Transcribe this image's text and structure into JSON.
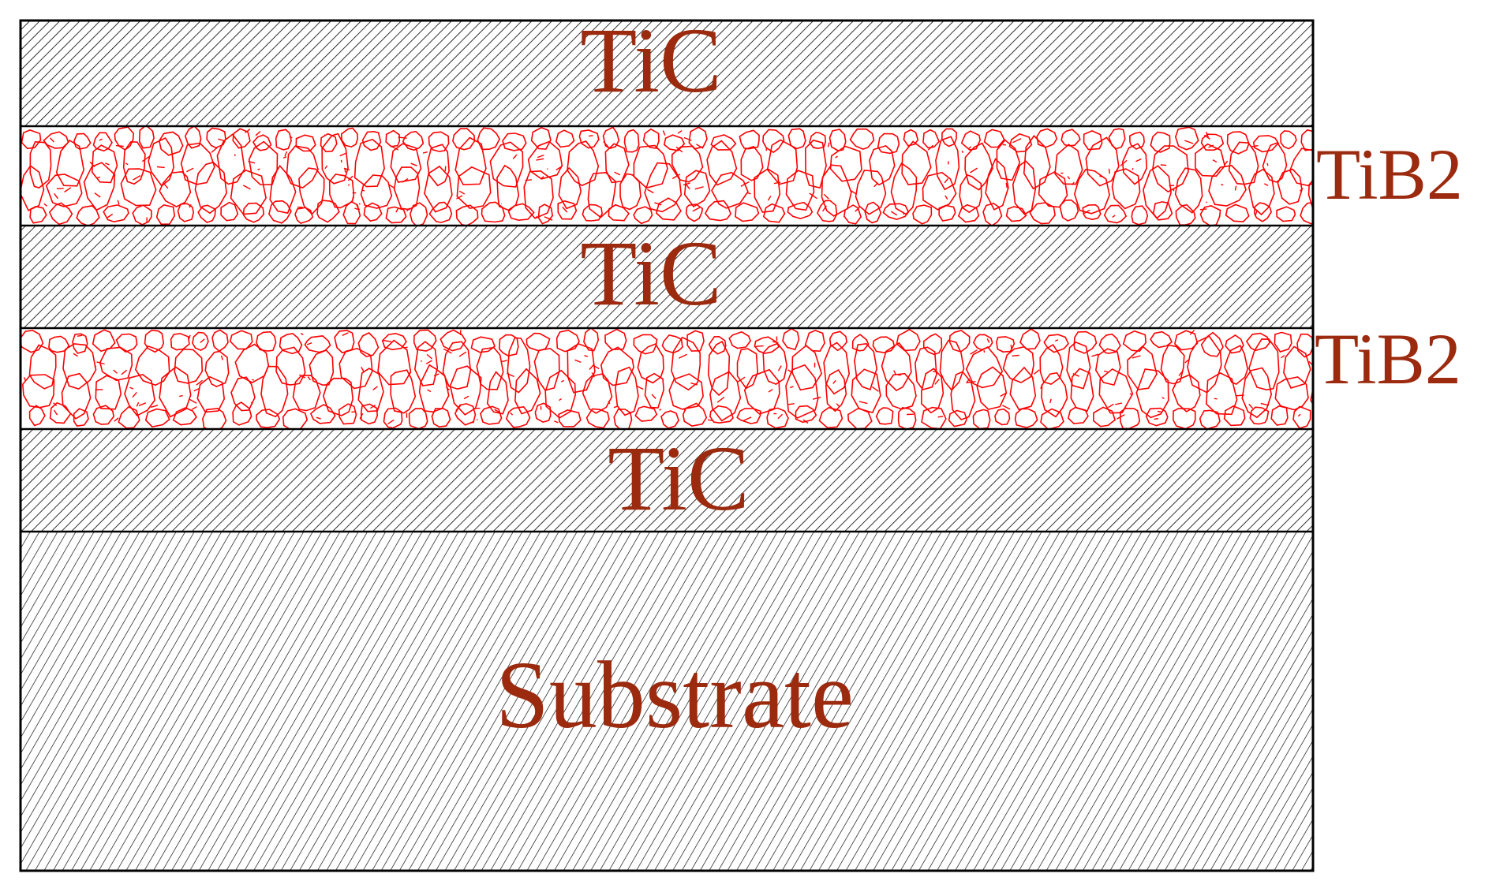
{
  "diagram": {
    "layers": [
      {
        "id": "tic-top",
        "kind": "TiC",
        "label": "TiC"
      },
      {
        "id": "tib2-upper",
        "kind": "TiB2",
        "label": ""
      },
      {
        "id": "tic-middle",
        "kind": "TiC",
        "label": "TiC"
      },
      {
        "id": "tib2-lower",
        "kind": "TiB2",
        "label": ""
      },
      {
        "id": "tic-bottom",
        "kind": "TiC",
        "label": "TiC"
      },
      {
        "id": "substrate",
        "kind": "Substrate",
        "label": "Substrate"
      }
    ],
    "side_labels": {
      "tib2_upper": "TiB2",
      "tib2_lower": "TiB2"
    },
    "colors": {
      "text": "#9b2a0e",
      "grain_outline": "#ff0000",
      "hatch": "#000000",
      "border": "#000000",
      "background": "#ffffff"
    }
  }
}
